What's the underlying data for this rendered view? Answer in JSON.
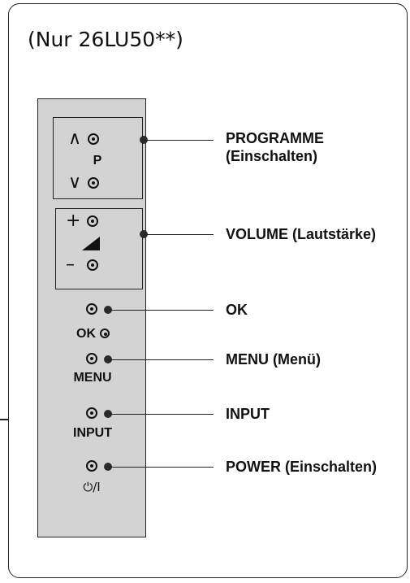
{
  "title": "(Nur 26LU50**)",
  "panel": {
    "prog_up_symbol": "∧",
    "prog_letter": "P",
    "prog_down_symbol": "∨",
    "vol_plus_symbol": "+",
    "vol_minus_symbol": "–",
    "ok_text": "OK",
    "menu_text": "MENU",
    "input_text": "INPUT",
    "power_text": "⏻/I"
  },
  "labels": {
    "programme_line1": "PROGRAMME",
    "programme_line2": "(Einschalten)",
    "volume": "VOLUME (Lautstärke)",
    "ok": "OK",
    "menu": "MENU (Menü)",
    "input": "INPUT",
    "power": "POWER (Einschalten)"
  }
}
